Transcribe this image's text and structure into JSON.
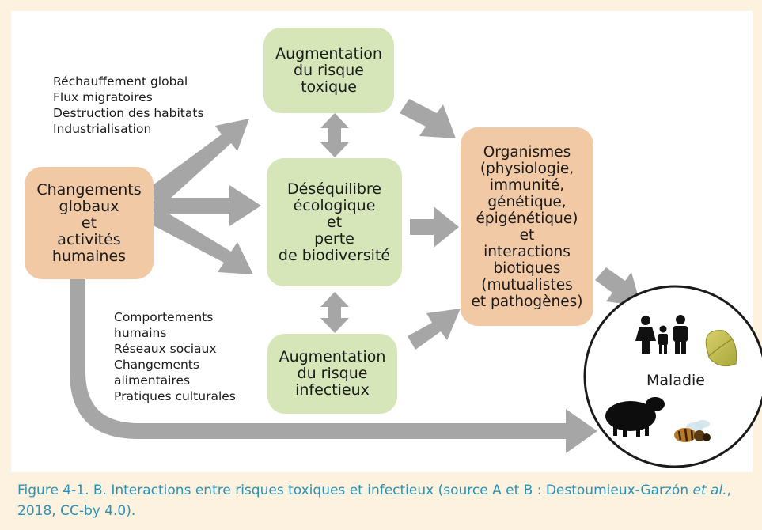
{
  "boxes": {
    "changements": "Changements\nglobaux\net\nactivités\nhumaines",
    "toxique": "Augmentation\ndu risque\ntoxique",
    "desequilibre": "Déséquilibre\nécologique\net\nperte\nde biodiversité",
    "infectieux": "Augmentation\ndu risque\ninfectieux",
    "organismes": "Organismes\n(physiologie,\nimmunité,\ngénétique,\népigénétique)\net\ninteractions\nbiotiques\n(mutualistes\net pathogènes)"
  },
  "drivers_top": [
    "Réchauffement global",
    "Flux migratoires",
    "Destruction des habitats",
    "Industrialisation"
  ],
  "drivers_bottom": [
    "Comportements",
    "humains",
    "Réseaux sociaux",
    "Changements",
    "alimentaires",
    "Pratiques culturales"
  ],
  "maladie": "Maladie",
  "caption": {
    "before": "Figure 4-1. B. Interactions entre risques toxiques et infectieux (source A et B : Destoumieux-Garzón ",
    "italic": "et al.",
    "after": ", 2018, CC-by 4.0)."
  },
  "colors": {
    "green_box": "#d6e6b8",
    "orange_box": "#f2c9a5",
    "arrow": "#a6a6a6",
    "caption": "#2a93b5",
    "background": "#fdf1e0"
  },
  "icons": [
    "people-family-icon",
    "leaf-icon",
    "sheep-icon",
    "bee-icon"
  ]
}
